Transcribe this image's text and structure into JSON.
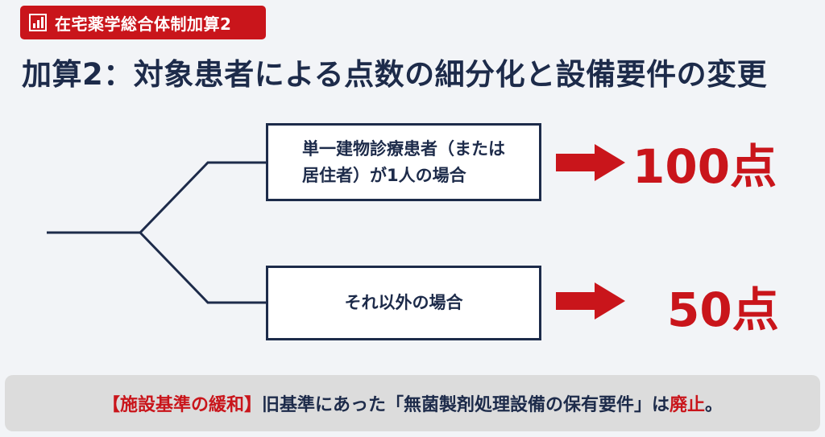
{
  "header": {
    "badge_label": "在宅薬学総合体制加算2",
    "badge_icon": "bar-chart-icon",
    "title": "加算2：対象患者による点数の細分化と設備要件の変更"
  },
  "branches": [
    {
      "condition_line1": "単一建物診療患者（または",
      "condition_line2": "居住者）が1人の場合",
      "points": "100点"
    },
    {
      "condition": "それ以外の場合",
      "points": "50点"
    }
  ],
  "footer": {
    "tag": "【施設基準の緩和】",
    "text_before": "旧基準にあった「無菌製剤処理設備の保有要件」は",
    "highlight": "廃止",
    "text_after": "。"
  },
  "colors": {
    "accent_red": "#c9151b",
    "navy": "#1d2b4a",
    "footer_bg": "#dcdcdc"
  }
}
